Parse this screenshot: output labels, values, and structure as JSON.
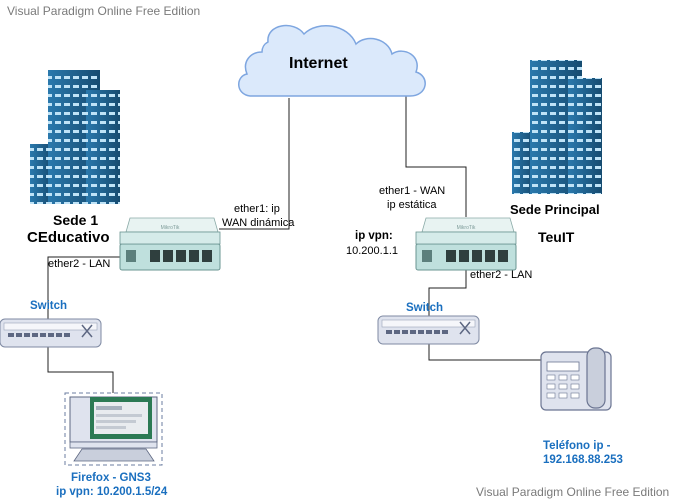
{
  "watermark": {
    "top": "Visual Paradigm Online Free Edition",
    "bottom": "Visual Paradigm Online Free Edition"
  },
  "internet": {
    "label": "Internet"
  },
  "sede1": {
    "line1": "Sede 1",
    "line2": "CEducativo"
  },
  "sede_principal": {
    "line1": "Sede Principal",
    "line2": "TeuIT"
  },
  "router_left": {
    "wan_line1": "ether1: ip",
    "wan_line2": "WAN dinámica",
    "lan_label": "ether2 - LAN",
    "brand": "MikroTik"
  },
  "router_right": {
    "wan_line1": "ether1 - WAN",
    "wan_line2": "ip estática",
    "vpn_title": "ip vpn:",
    "vpn_ip": "10.200.1.1",
    "lan_label": "ether2 - LAN",
    "brand": "MikroTik"
  },
  "switch_left": {
    "label": "Switch"
  },
  "switch_right": {
    "label": "Switch"
  },
  "pc": {
    "line1": "Firefox - GNS3",
    "line2": "ip vpn: 10.200.1.5/24"
  },
  "phone": {
    "line1": "Teléfono ip -",
    "line2": "192.168.88.253"
  },
  "colors": {
    "building": "#1f5f8b",
    "cloud_fill": "#dbe9fb",
    "cloud_stroke": "#7ea6e0",
    "router": "#bfe0dd",
    "switch": "#dfe3ee",
    "label_blue": "#1a6fbf"
  }
}
